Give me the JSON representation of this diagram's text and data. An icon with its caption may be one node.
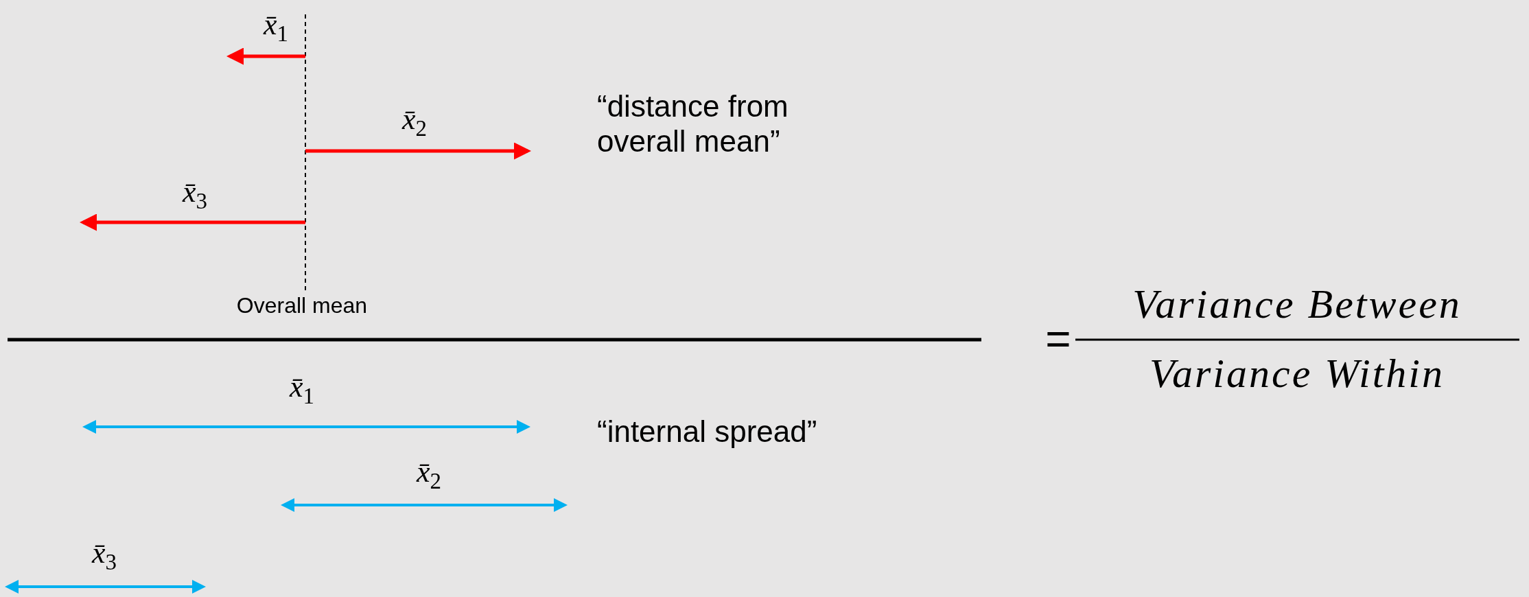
{
  "diagram": {
    "labels": [
      "x̄$_{1}$",
      "x̄$_{2}$",
      "“distance from overall mean”",
      "x̄$_{3}$",
      "Overall mean",
      "=",
      "Variance Between",
      "Variance Within",
      "x̄$_{1}$",
      "“internal spread”",
      "x̄$_{2}$",
      "x̄$_{3}$"
    ]
  }
}
